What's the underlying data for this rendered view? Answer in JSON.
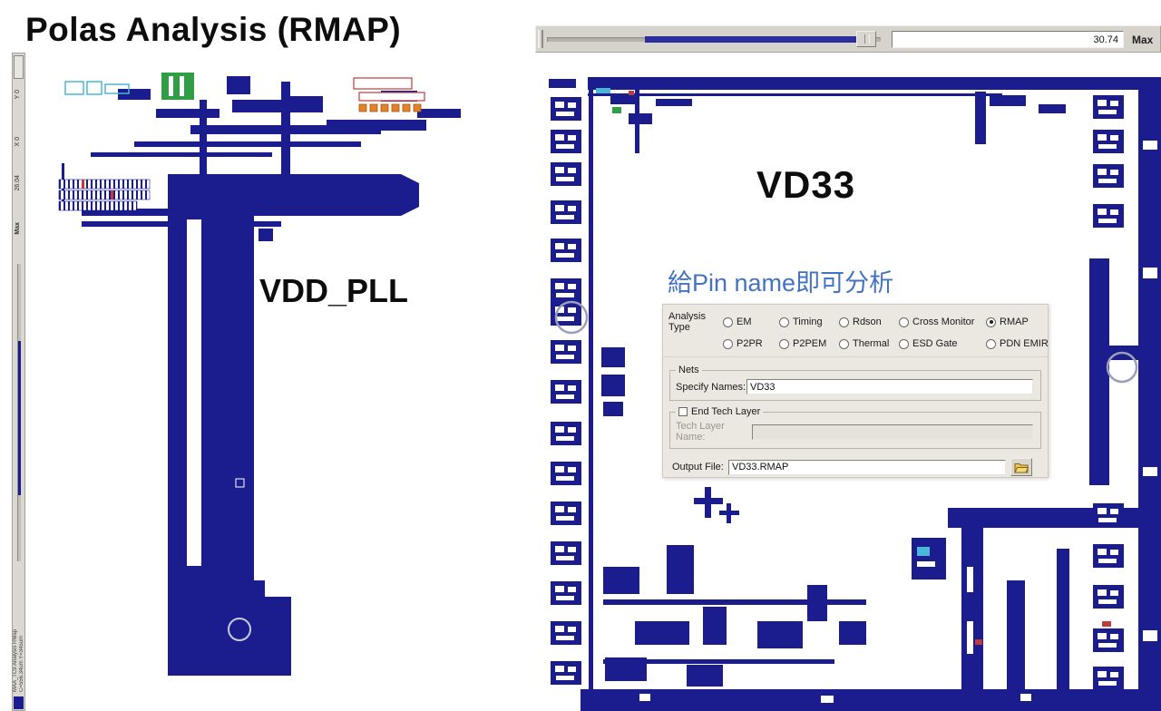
{
  "page": {
    "title": "Polas Analysis (RMAP)"
  },
  "left_viewer": {
    "ruler": {
      "y_label": "Y 0",
      "x_label": "X 0",
      "value": "26.04",
      "max_label": "Max",
      "status_app": "MAA_TC9  Analysis RMap",
      "status_coords": "C=556.34um Y=345um"
    },
    "net_label": "VDD_PLL"
  },
  "right_viewer": {
    "slider": {
      "value": "30.74",
      "max_label": "Max"
    },
    "net_label": "VD33",
    "annotation": "給Pin name即可分析",
    "dialog": {
      "analysis_type_label": "Analysis Type",
      "radios": [
        {
          "label": "EM",
          "selected": false
        },
        {
          "label": "Timing",
          "selected": false
        },
        {
          "label": "Rdson",
          "selected": false
        },
        {
          "label": "Cross Monitor",
          "selected": false
        },
        {
          "label": "RMAP",
          "selected": true
        },
        {
          "label": "P2PR",
          "selected": false
        },
        {
          "label": "P2PEM",
          "selected": false
        },
        {
          "label": "Thermal",
          "selected": false
        },
        {
          "label": "ESD Gate",
          "selected": false
        },
        {
          "label": "PDN EMIR",
          "selected": false
        }
      ],
      "nets_group_label": "Nets",
      "specify_names_label": "Specify Names:",
      "specify_names_value": "VD33",
      "end_tech_layer_label": "End Tech Layer",
      "tech_layer_name_label": "Tech Layer Name:",
      "tech_layer_name_value": "",
      "output_file_label": "Output File:",
      "output_file_value": "VD33.RMAP"
    }
  },
  "icons": {
    "browse": "folder-icon"
  },
  "colors": {
    "layout_navy": "#1b1d8e",
    "annotation_blue": "#4472c4",
    "slider_fill": "#2b2f9e",
    "toolbar_bg": "#d6d3cc",
    "dialog_bg": "#ebe8e1",
    "accent_green": "#2f9e45",
    "accent_cyan": "#49b8d8",
    "accent_red": "#c23b3b",
    "accent_orange": "#e2822a"
  }
}
